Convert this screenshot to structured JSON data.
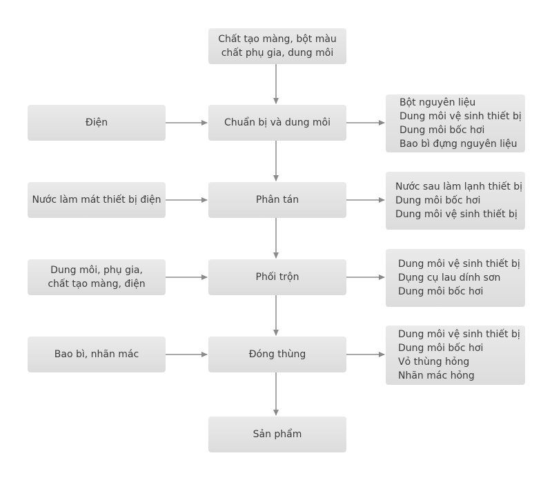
{
  "top_input": {
    "lines": [
      "Chất tạo màng, bột màu",
      "chất phụ gia, dung môi"
    ]
  },
  "left_inputs": [
    {
      "lines": [
        "Điện"
      ]
    },
    {
      "lines": [
        "Nước làm mát thiết bị điện"
      ]
    },
    {
      "lines": [
        "Dung môi, phụ gia,",
        "chất tạo màng, điện"
      ]
    },
    {
      "lines": [
        "Bao bì, nhãn mác"
      ]
    }
  ],
  "process_steps": [
    {
      "label": "Chuẩn bị và dung môi"
    },
    {
      "label": "Phân tán"
    },
    {
      "label": "Phối trộn"
    },
    {
      "label": "Đóng thùng"
    },
    {
      "label": "Sản phẩm"
    }
  ],
  "right_outputs": [
    {
      "lines": [
        "Bột nguyên liệu",
        "Dung môi vệ sinh thiết bị",
        "Dung môi bốc hơi",
        "Bao bì đựng nguyên liệu"
      ]
    },
    {
      "lines": [
        "Nước sau làm lạnh thiết bị",
        "Dung môi bốc hơi",
        "Dung môi vệ sinh thiết bị"
      ]
    },
    {
      "lines": [
        "Dung môi vệ sinh thiết bị",
        "Dụng cụ lau dính sơn",
        "Dung môi bốc hơi"
      ]
    },
    {
      "lines": [
        "Dung môi vệ sinh thiết bị",
        "Dung môi bốc hơi",
        "Vỏ thùng hỏng",
        "Nhãn mác hỏng"
      ]
    }
  ],
  "colors": {
    "box_fill": "#e2e2e2",
    "arrow": "#8a8a8a",
    "text": "#3a3a3a"
  }
}
